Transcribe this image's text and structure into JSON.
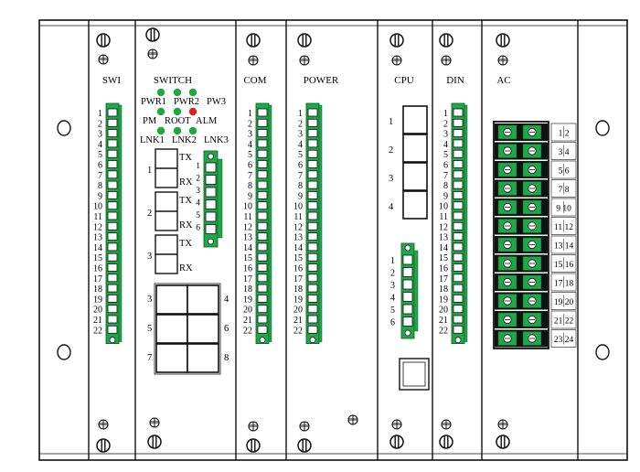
{
  "modules": {
    "swi": {
      "label": "SWI",
      "pins": [
        "1",
        "2",
        "3",
        "4",
        "5",
        "6",
        "7",
        "8",
        "9",
        "10",
        "11",
        "12",
        "13",
        "14",
        "15",
        "16",
        "17",
        "18",
        "19",
        "20",
        "21",
        "22"
      ]
    },
    "switch": {
      "label": "SWITCH",
      "led_row1": [
        "PWR1",
        "PWR2",
        "PW3"
      ],
      "led_row2": [
        "PM",
        "ROOT",
        "ALM"
      ],
      "led_row3": [
        "LNK1",
        "LNK2",
        "LNK3"
      ],
      "led_colors": {
        "green": "#22a83a",
        "red": "#e02020"
      },
      "port_numbers": [
        "1",
        "2",
        "3"
      ],
      "port_tx": "TX",
      "port_rx": "RX",
      "small_terminal_pins": [
        "1",
        "2",
        "3",
        "4",
        "5",
        "6"
      ],
      "eth_left": [
        "3",
        "5",
        "7"
      ],
      "eth_right": [
        "4",
        "6",
        "8"
      ]
    },
    "com": {
      "label": "COM",
      "pins": [
        "1",
        "2",
        "3",
        "4",
        "5",
        "6",
        "7",
        "8",
        "9",
        "10",
        "11",
        "12",
        "13",
        "14",
        "15",
        "16",
        "17",
        "18",
        "19",
        "20",
        "21",
        "22"
      ]
    },
    "power": {
      "label": "POWER",
      "pins": [
        "1",
        "2",
        "3",
        "4",
        "5",
        "6",
        "7",
        "8",
        "9",
        "10",
        "11",
        "12",
        "13",
        "14",
        "15",
        "16",
        "17",
        "18",
        "19",
        "20",
        "21",
        "22"
      ]
    },
    "cpu": {
      "label": "CPU",
      "ports": [
        "1",
        "2",
        "3",
        "4"
      ],
      "terminal_pins": [
        "1",
        "2",
        "3",
        "4",
        "5",
        "6"
      ]
    },
    "din": {
      "label": "DIN",
      "pins": [
        "1",
        "2",
        "3",
        "4",
        "5",
        "6",
        "7",
        "8",
        "9",
        "10",
        "11",
        "12",
        "13",
        "14",
        "15",
        "16",
        "17",
        "18",
        "19",
        "20",
        "21",
        "22"
      ]
    },
    "ac": {
      "label": "AC",
      "terminal_pairs": [
        "1 2",
        "3 4",
        "5 6",
        "7 8",
        "9 10",
        "11 12",
        "13 14",
        "15 16",
        "17 18",
        "19 20",
        "21 22",
        "23 24"
      ]
    }
  },
  "colors": {
    "terminal_green": "#1fa84a",
    "outline": "#111111"
  }
}
